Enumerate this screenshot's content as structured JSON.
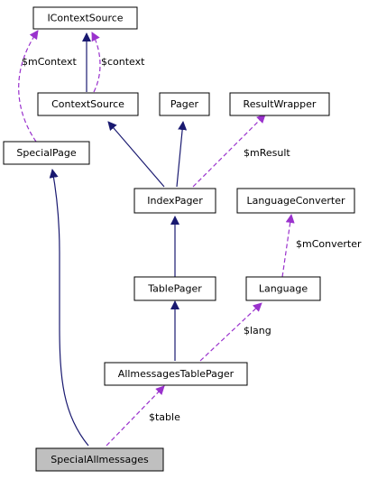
{
  "nodes": {
    "icontextsource": "IContextSource",
    "specialpage": "SpecialPage",
    "contextsource": "ContextSource",
    "pager": "Pager",
    "resultwrapper": "ResultWrapper",
    "indexpager": "IndexPager",
    "languageconverter": "LanguageConverter",
    "tablepager": "TablePager",
    "language": "Language",
    "allmessagestablepager": "AllmessagesTablePager",
    "specialallmessages": "SpecialAllmessages"
  },
  "edge_labels": {
    "m_context": "$mContext",
    "context": "$context",
    "m_result": "$mResult",
    "m_converter": "$mConverter",
    "lang": "$lang",
    "table": "$table"
  },
  "colors": {
    "inheritance": "#191970",
    "usage": "#9a32cd",
    "highlight_fill": "#bfbfbf"
  }
}
